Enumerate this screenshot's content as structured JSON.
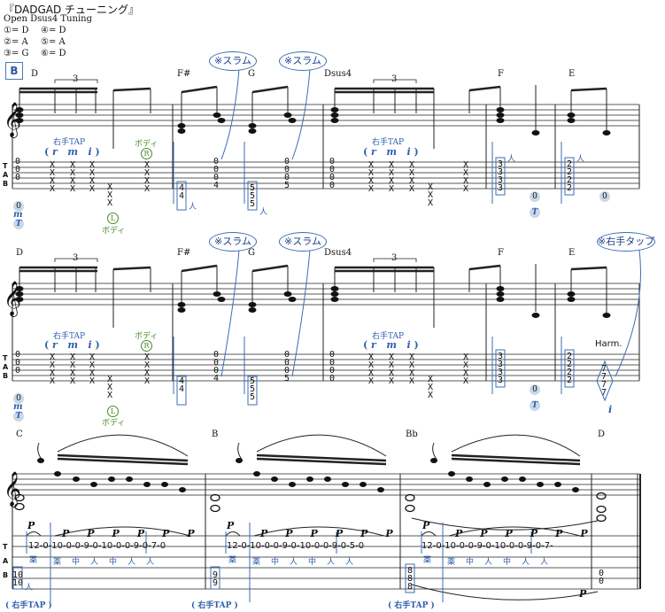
{
  "header": {
    "title": "『DADGAD チューニング』",
    "subtitle": "Open Dsus4 Tuning",
    "tuning": [
      {
        "circled": "①",
        "note": "= D"
      },
      {
        "circled": "④",
        "note": "= D"
      },
      {
        "circled": "②",
        "note": "= A"
      },
      {
        "circled": "⑤",
        "note": "= A"
      },
      {
        "circled": "③",
        "note": "= G"
      },
      {
        "circled": "⑥",
        "note": "= D"
      }
    ]
  },
  "section_label": "B",
  "systems": [
    {
      "chords": [
        "D",
        "F#",
        "G",
        "Dsus4",
        "F",
        "E"
      ],
      "callouts": [
        "※スラム",
        "※スラム"
      ],
      "triplets": [
        "3",
        "3"
      ],
      "tap_labels": [
        "右手TAP",
        "右手TAP"
      ],
      "rmi": [
        "r",
        "m",
        "i",
        "r",
        "m",
        "i"
      ],
      "body_label": "ボディ",
      "body_label_low": "ボディ",
      "circle_r": "R",
      "circle_l": "L",
      "hito": [
        "人",
        "人",
        "人",
        "人"
      ],
      "zero_marks": [
        "0",
        "0",
        "0"
      ],
      "m_mark": "m",
      "t_marks": [
        "T",
        "T"
      ],
      "tab_fret_cols": [
        {
          "notes": [
            "0",
            "0",
            "0"
          ]
        },
        {
          "notes": [
            "0",
            "0",
            "0",
            "4"
          ]
        },
        {
          "notes": [
            "0",
            "0",
            "0",
            "5"
          ]
        },
        {
          "notes": [
            "4",
            "4"
          ]
        },
        {
          "notes": [
            "5",
            "5",
            "5"
          ]
        },
        {
          "notes": [
            "3",
            "3",
            "3",
            "3"
          ]
        },
        {
          "notes": [
            "2",
            "2",
            "2",
            "2"
          ]
        }
      ]
    },
    {
      "chords": [
        "D",
        "F#",
        "G",
        "Dsus4",
        "F",
        "E"
      ],
      "callouts": [
        "※スラム",
        "※スラム",
        "※右手タップ"
      ],
      "triplets": [
        "3",
        "3"
      ],
      "tap_labels": [
        "右手TAP",
        "右手TAP"
      ],
      "rmi": [
        "r",
        "m",
        "i",
        "r",
        "m",
        "i"
      ],
      "body_label": "ボディ",
      "body_label_low": "ボディ",
      "circle_r": "R",
      "circle_l": "L",
      "harm": "Harm.",
      "harm_frets": [
        "7",
        "7",
        "7",
        "7"
      ],
      "harm_finger": "i",
      "m_mark": "m",
      "t_marks": [
        "T",
        "T"
      ]
    },
    {
      "chords": [
        "C",
        "B",
        "Bb",
        "D"
      ],
      "p_marks": [
        "P",
        "P",
        "P",
        "P",
        "P",
        "P",
        "P",
        "P",
        "P",
        "P",
        "P",
        "P",
        "P",
        "P",
        "P",
        "P",
        "P",
        "P",
        "P"
      ],
      "tab_lines": [
        "12-0-10-0-0-9-0-10-0-0-9-0-7-0",
        "12-0-10-0-0-9-0-10-0-0-9-0-5-0",
        "12-0-10-0-0-9-0-10-0-0-9-0-7-"
      ],
      "fingers_1": [
        "薬",
        "薬",
        "中",
        "人",
        "中",
        "人",
        "人"
      ],
      "fingers_2": [
        "薬",
        "薬",
        "中",
        "人",
        "中",
        "人",
        "人"
      ],
      "fingers_3": [
        "薬",
        "薬",
        "中",
        "人",
        "中",
        "人",
        "人"
      ],
      "low_frets": [
        [
          "10",
          "10"
        ],
        [
          "9",
          "9"
        ],
        [
          "8",
          "8",
          "8"
        ]
      ],
      "low_hito": "人",
      "right_tap": [
        "( 右手TAP )",
        "( 右手TAP )",
        "( 右手TAP )"
      ],
      "end_frets": [
        "0",
        "0"
      ]
    }
  ]
}
